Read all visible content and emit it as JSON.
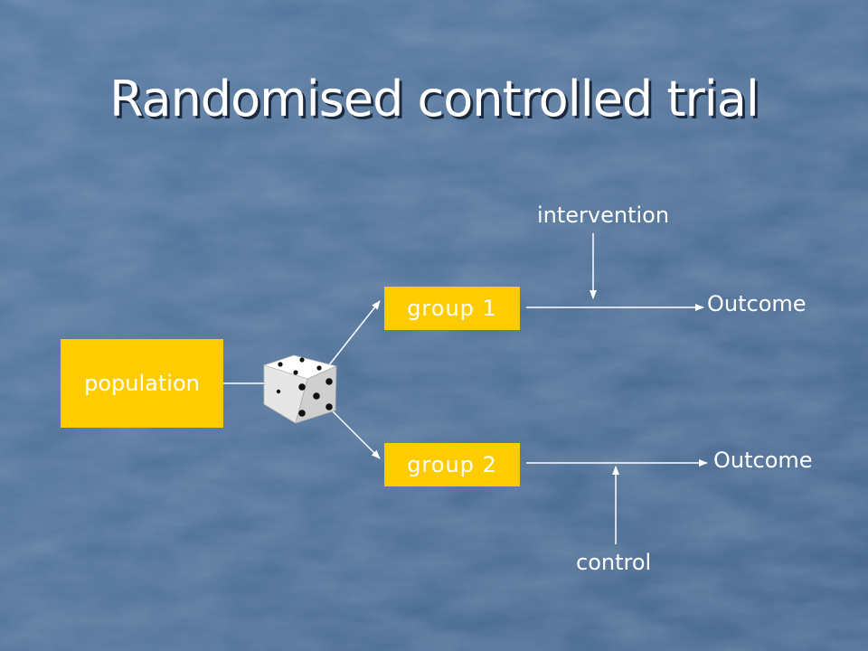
{
  "title": "Randomised controlled trial",
  "nodes": {
    "population": "population",
    "group1": "group 1",
    "group2": "group 2"
  },
  "labels": {
    "intervention": "intervention",
    "outcome1": "Outcome",
    "outcome2": "Outcome",
    "control": "control"
  },
  "colors": {
    "background": "#4a6a91",
    "box_fill": "#ffcc00",
    "text": "#ffffff"
  },
  "icons": {
    "randomiser": "dice-icon"
  }
}
